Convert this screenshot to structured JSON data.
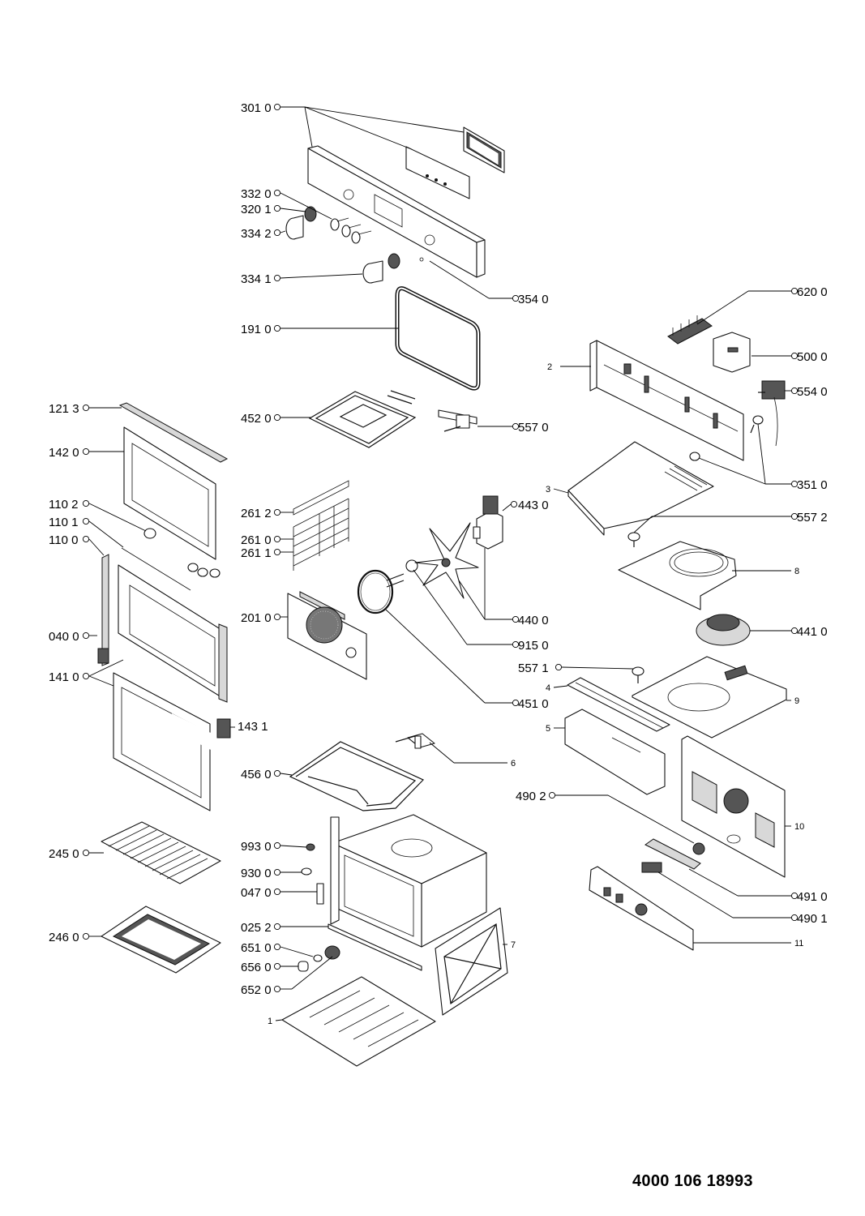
{
  "document_number": "4000 106 18993",
  "part_labels": {
    "p3010": "301 0",
    "p3320": "332 0",
    "p3201": "320 1",
    "p3342": "334 2",
    "p3341": "334 1",
    "p3540": "354 0",
    "p1910": "191 0",
    "p6200": "620 0",
    "p5000": "500 0",
    "p5540": "554 0",
    "p2": "2",
    "p4520": "452 0",
    "p5570": "557 0",
    "p1213": "121 3",
    "p1420": "142 0",
    "p3510": "351 0",
    "p3": "3",
    "p2612": "261 2",
    "p4430": "443 0",
    "p5572": "557 2",
    "p1102": "110 2",
    "p1101": "110 1",
    "p1100": "110 0",
    "p2610": "261 0",
    "p2611": "261 1",
    "p8": "8",
    "p2010": "201 0",
    "p4400": "440 0",
    "p0400": "040 0",
    "p4410": "441 0",
    "p9150": "915 0",
    "p1410": "141 0",
    "p5571": "557 1",
    "p4": "4",
    "p9": "9",
    "p4510": "451 0",
    "p5": "5",
    "p1431": "143 1",
    "p6": "6",
    "p4560": "456 0",
    "p4902": "490 2",
    "p10": "10",
    "p2450": "245 0",
    "p9930": "993 0",
    "p9300": "930 0",
    "p0470": "047 0",
    "p4910": "491 0",
    "p4901": "490 1",
    "p0252": "025 2",
    "p2460": "246 0",
    "p6510": "651 0",
    "p11": "11",
    "p7": "7",
    "p6560": "656 0",
    "p6520": "652 0",
    "p1": "1"
  }
}
